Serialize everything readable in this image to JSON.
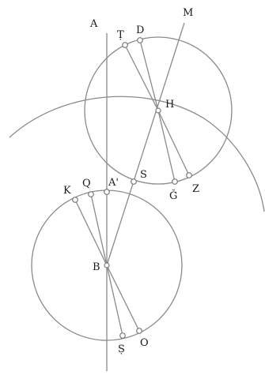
{
  "diagram": {
    "labels": {
      "A": "A",
      "M": "M",
      "T": "Ṭ",
      "D": "D",
      "H": "H",
      "S": "S",
      "G": "Ǧ",
      "Z": "Z",
      "K": "K",
      "Q": "Q",
      "A1": "A'",
      "B": "B",
      "Sd": "Ṣ",
      "O": "O"
    }
  }
}
